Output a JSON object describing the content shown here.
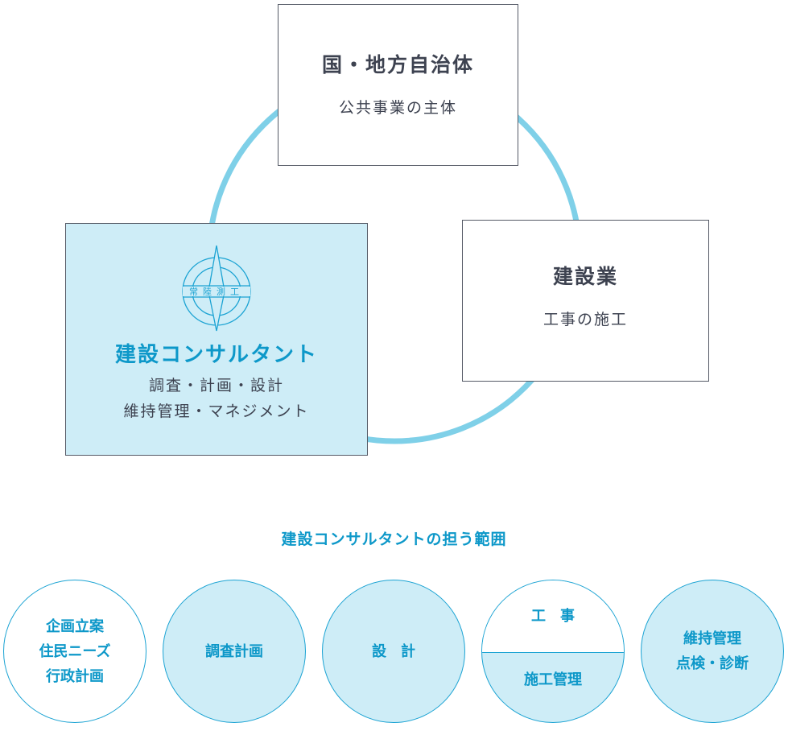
{
  "top_box": {
    "title": "国・地方自治体",
    "subtitle": "公共事業の主体"
  },
  "right_box": {
    "title": "建設業",
    "subtitle": "工事の施工"
  },
  "left_box": {
    "logo_text": "常陸測工",
    "title": "建設コンサルタント",
    "line1": "調査・計画・設計",
    "line2": "維持管理・マネジメント"
  },
  "scope": {
    "heading": "建設コンサルタントの担う範囲",
    "c1": [
      "企画立案",
      "住民ニーズ",
      "行政計画"
    ],
    "c2": "調査計画",
    "c3": "設　計",
    "c4_top": "工　事",
    "c4_bottom": "施工管理",
    "c5": [
      "維持管理",
      "点検・診断"
    ]
  },
  "colors": {
    "accent": "#0d98c9",
    "ring": "#7fd0e8",
    "fill": "#ceedf7"
  }
}
